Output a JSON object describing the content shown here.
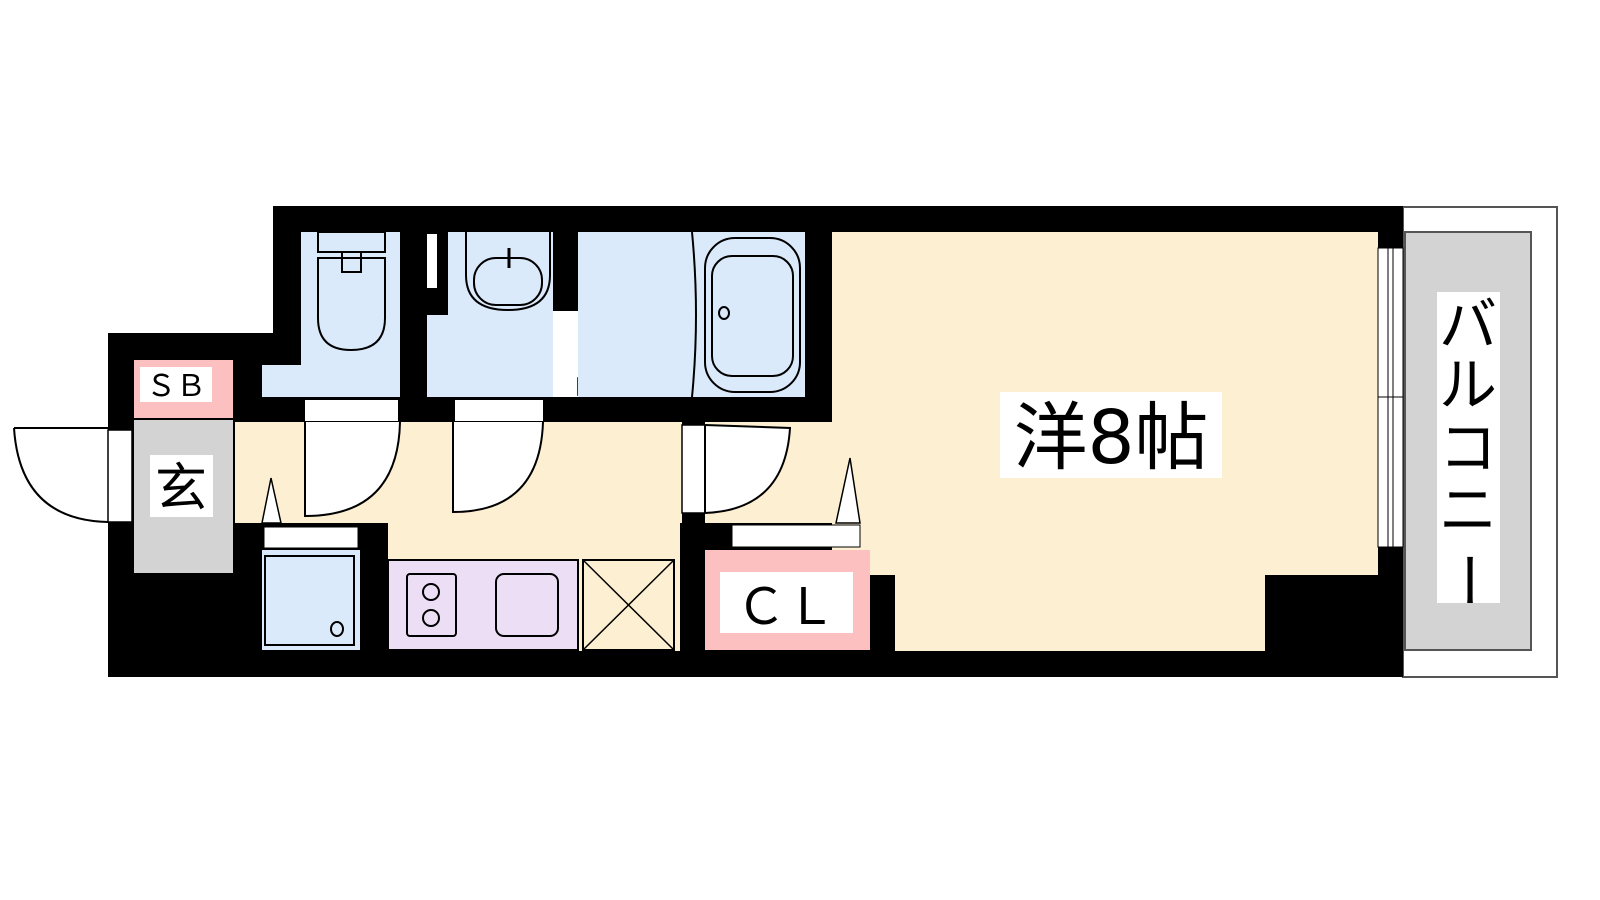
{
  "floor_plan": {
    "rooms": {
      "western_room": "洋8帖",
      "balcony": [
        "バ",
        "ル",
        "コ",
        "ニ",
        "ー"
      ],
      "entrance": "玄",
      "shoe_box": "ＳＢ",
      "closet": "ＣＬ"
    },
    "colors": {
      "wall": "#000000",
      "floor": "#fdf0d2",
      "wet_area": "#dbeafb",
      "kitchen": "#ecdff5",
      "storage": "#fcc0c0",
      "entrance_floor": "#d3d3d3",
      "balcony": "#d3d3d3"
    }
  }
}
